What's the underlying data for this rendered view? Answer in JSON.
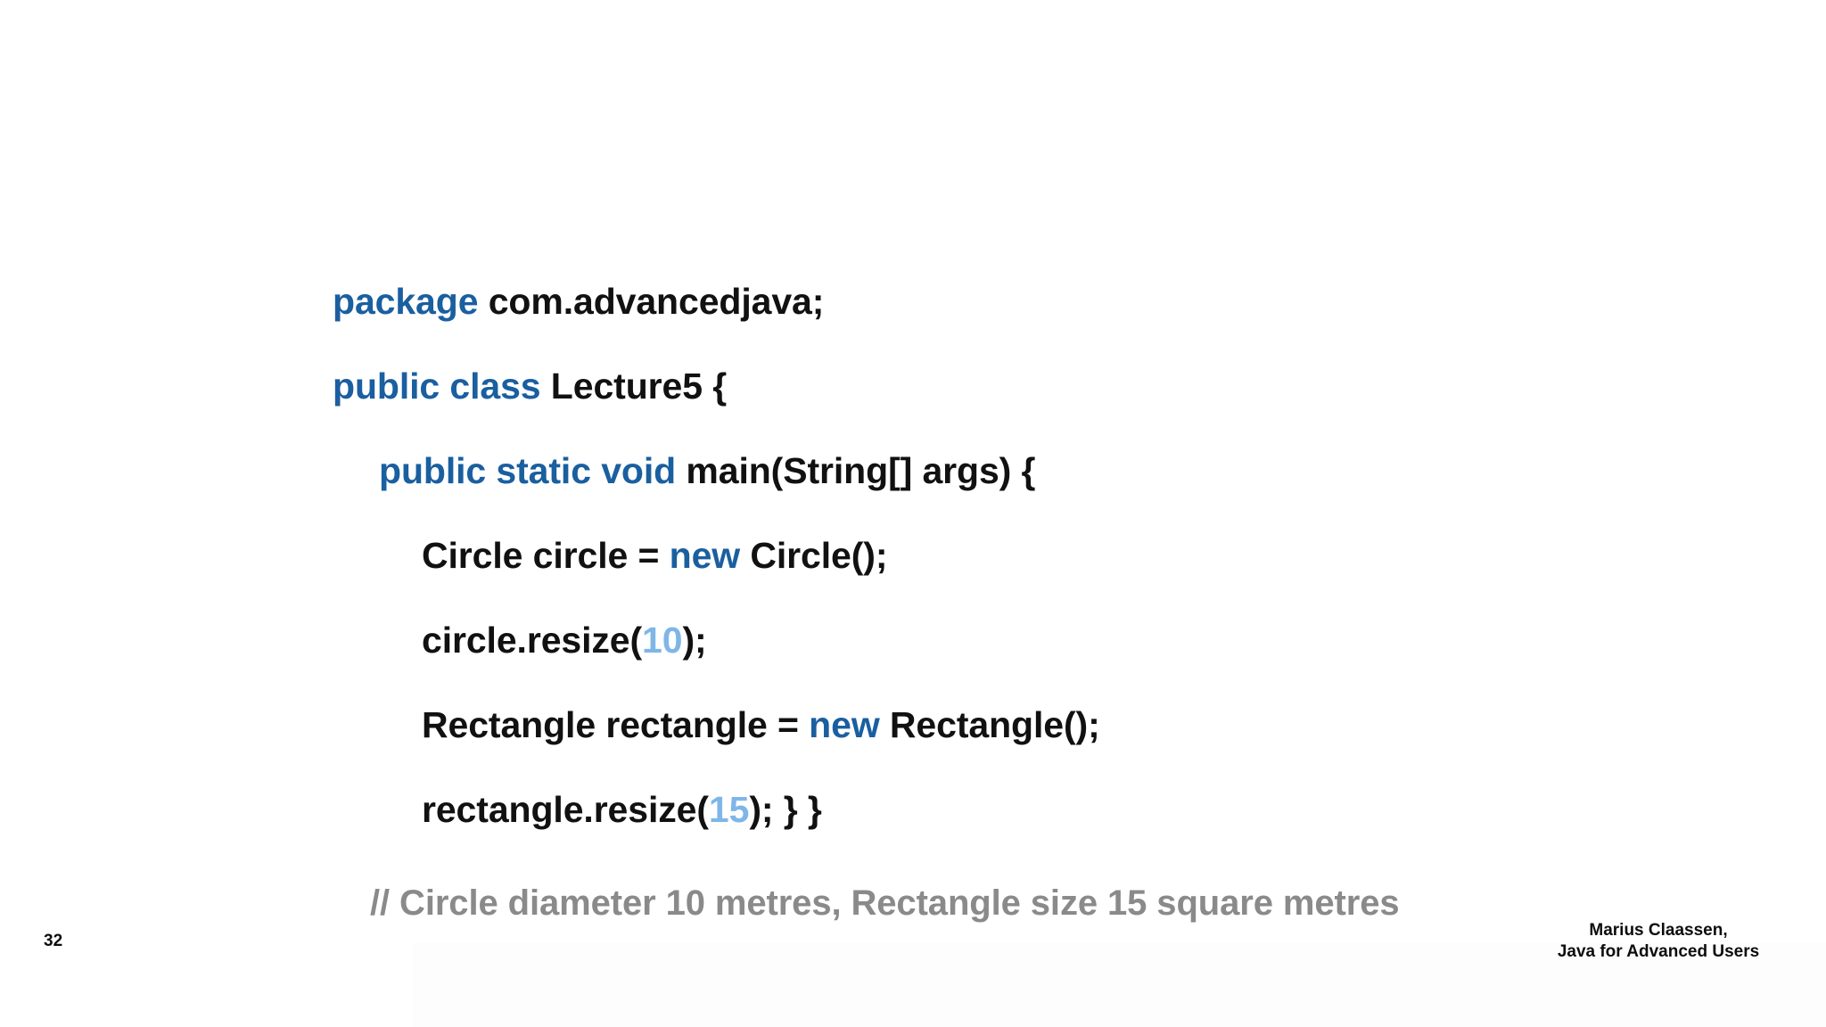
{
  "slide": {
    "number": "32",
    "background_color": "#ffffff"
  },
  "colors": {
    "keyword": "#1a5fa0",
    "number_literal": "#7fb6e8",
    "plain_text": "#111111",
    "comment": "#8a8a8a"
  },
  "code": {
    "language": "java",
    "lines": [
      {
        "indent": 0,
        "tokens": [
          {
            "text": "package",
            "type": "keyword"
          },
          {
            "text": " com.advancedjava;",
            "type": "plain"
          }
        ]
      },
      {
        "indent": 0,
        "tokens": [
          {
            "text": "public class",
            "type": "keyword"
          },
          {
            "text": " Lecture5 {",
            "type": "plain"
          }
        ]
      },
      {
        "indent": 1,
        "tokens": [
          {
            "text": "public static void",
            "type": "keyword"
          },
          {
            "text": " main(String[] args) {",
            "type": "plain"
          }
        ]
      },
      {
        "indent": 2,
        "tokens": [
          {
            "text": "Circle circle = ",
            "type": "plain"
          },
          {
            "text": "new",
            "type": "keyword"
          },
          {
            "text": " Circle();",
            "type": "plain"
          }
        ]
      },
      {
        "indent": 2,
        "tokens": [
          {
            "text": "circle.resize(",
            "type": "plain"
          },
          {
            "text": "10",
            "type": "number"
          },
          {
            "text": ");",
            "type": "plain"
          }
        ]
      },
      {
        "indent": 2,
        "tokens": [
          {
            "text": "Rectangle rectangle = ",
            "type": "plain"
          },
          {
            "text": "new",
            "type": "keyword"
          },
          {
            "text": " Rectangle();",
            "type": "plain"
          }
        ]
      },
      {
        "indent": 2,
        "tokens": [
          {
            "text": "rectangle.resize(",
            "type": "plain"
          },
          {
            "text": "15",
            "type": "number"
          },
          {
            "text": "); } }",
            "type": "plain"
          }
        ]
      }
    ]
  },
  "comment": {
    "text": "// Circle diameter 10 metres, Rectangle size 15 square metres"
  },
  "attribution": {
    "line1": "Marius Claassen,",
    "line2": "Java for Advanced Users"
  }
}
